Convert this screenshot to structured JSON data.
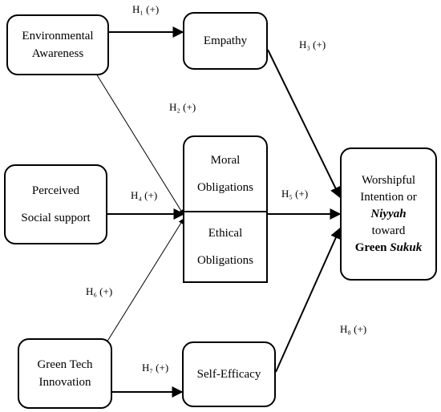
{
  "nodes": {
    "environmental_awareness": [
      "Environmental",
      "Awareness"
    ],
    "empathy": [
      "Empathy"
    ],
    "perceived_social_support": [
      "Perceived",
      "Social support"
    ],
    "moral_obligations": [
      "Moral",
      "Obligations"
    ],
    "ethical_obligations": [
      "Ethical",
      "Obligations"
    ],
    "green_tech_innovation": [
      "Green Tech",
      "Innovation"
    ],
    "self_efficacy": [
      "Self-Efficacy"
    ],
    "worshipful_intention": {
      "line1": "Worshipful",
      "line2": "Intention or",
      "line3": "Niyyah",
      "line4": "toward",
      "line5_bold": "Green ",
      "line5_bold_italic": "Sukuk"
    }
  },
  "hypotheses": {
    "h1": "H₁ (+)",
    "h2": "H₂ (+)",
    "h3": "H₃ (+)",
    "h4": "H₄ (+)",
    "h5": "H₅ (+)",
    "h6": "H₆ (+)",
    "h7": "H₇ (+)",
    "h8": "H₈ (+)"
  }
}
